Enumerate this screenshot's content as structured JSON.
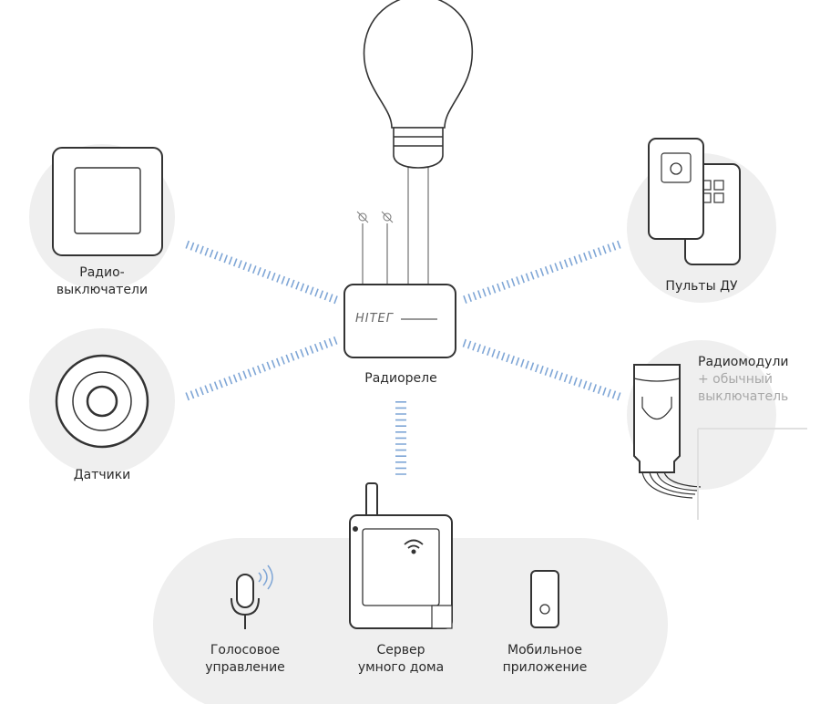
{
  "colors": {
    "circle_bg": "#efefef",
    "stroke": "#333333",
    "signal": "#7fa6d6",
    "muted_text": "#a8a8a8"
  },
  "hub": {
    "label": "Радиореле",
    "brand": "HITEГ"
  },
  "nodes": {
    "radio_switches": {
      "line1": "Радио-",
      "line2": "выключатели",
      "icon": "wall-switch-icon"
    },
    "sensors": {
      "label": "Датчики",
      "icon": "sensor-icon"
    },
    "remotes": {
      "label": "Пульты ДУ",
      "icon": "remote-control-icon"
    },
    "radiomodules": {
      "line1": "Радиомодули",
      "line2": "+ обычный",
      "line3": "выключатель",
      "icon": "radio-module-icon"
    },
    "lamp": {
      "icon": "light-bulb-icon"
    }
  },
  "bottom": {
    "voice": {
      "line1": "Голосовое",
      "line2": "управление",
      "icon": "microphone-icon"
    },
    "server": {
      "line1": "Сервер",
      "line2": "умного дома",
      "icon": "server-icon"
    },
    "mobile": {
      "line1": "Мобильное",
      "line2": "приложение",
      "icon": "smartphone-icon"
    }
  }
}
